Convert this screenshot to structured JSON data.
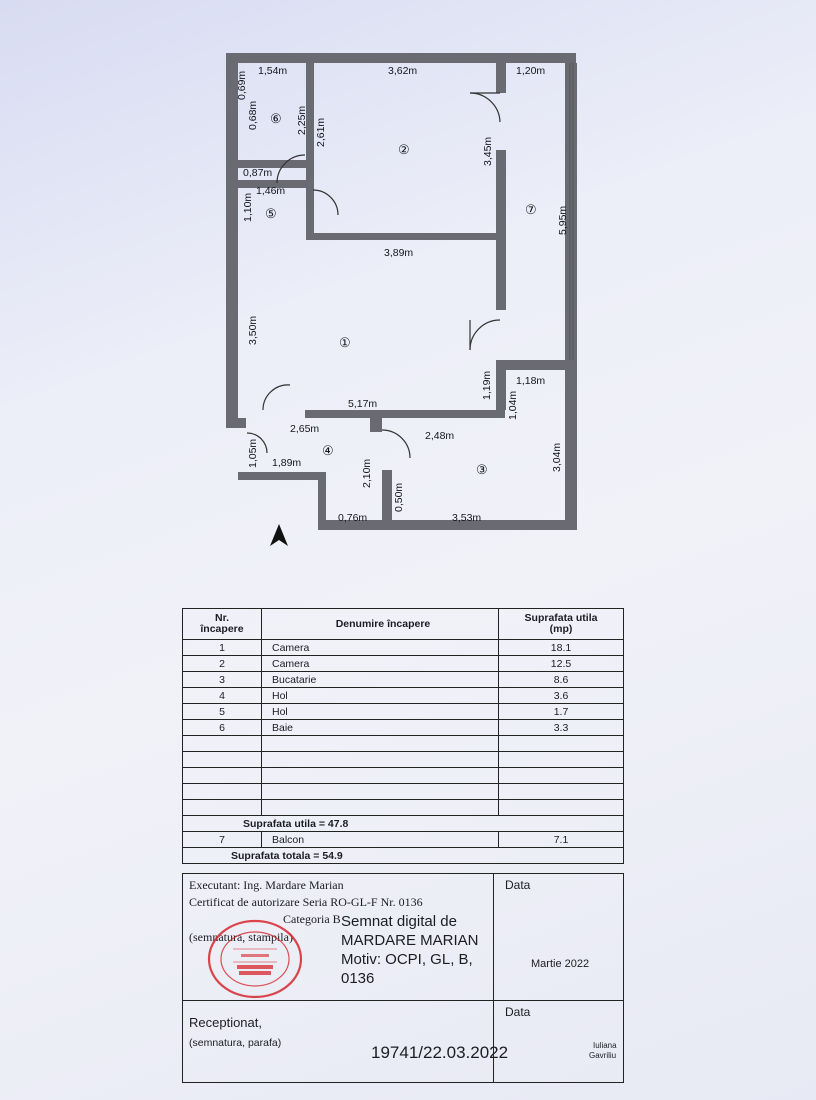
{
  "plan": {
    "dims": {
      "d1": "1,54m",
      "d2": "3,62m",
      "d3": "1,20m",
      "d4": "0,69m",
      "d5": "0,68m",
      "d6": "2,25m",
      "d7": "2,61m",
      "d8": "3,45m",
      "d9": "0,87m",
      "d10": "1,46m",
      "d11": "1,10m",
      "d12": "5,95m",
      "d13": "3,89m",
      "d14": "3,50m",
      "d15": "1,19m",
      "d16": "1,18m",
      "d17": "1,04m",
      "d18": "5,17m",
      "d19": "2,65m",
      "d20": "2,48m",
      "d21": "1,05m",
      "d22": "1,89m",
      "d23": "2,10m",
      "d24": "3,04m",
      "d25": "0,76m",
      "d26": "0,50m",
      "d27": "3,53m"
    },
    "room_numbers": {
      "r1": "①",
      "r2": "②",
      "r3": "③",
      "r4": "④",
      "r5": "⑤",
      "r6": "⑥",
      "r7": "⑦"
    }
  },
  "table": {
    "headers": {
      "nr": "Nr.\nîncapere",
      "name": "Denumire încapere",
      "area": "Suprafata utila\n(mp)"
    },
    "rows": [
      {
        "nr": "1",
        "name": "Camera",
        "area": "18.1"
      },
      {
        "nr": "2",
        "name": "Camera",
        "area": "12.5"
      },
      {
        "nr": "3",
        "name": "Bucatarie",
        "area": "8.6"
      },
      {
        "nr": "4",
        "name": "Hol",
        "area": "3.6"
      },
      {
        "nr": "5",
        "name": "Hol",
        "area": "1.7"
      },
      {
        "nr": "6",
        "name": "Baie",
        "area": "3.3"
      }
    ],
    "useful_total": "Suprafata utila = 47.8",
    "balcony": {
      "nr": "7",
      "name": "Balcon",
      "area": "7.1"
    },
    "grand_total": "Suprafata totala = 54.9"
  },
  "signature": {
    "executant": "Executant: Ing. Mardare Marian",
    "certificate": "Certificat de autorizare Seria RO-GL-F Nr. 0136",
    "category": "Categoria B",
    "sign_label": "(semnatura, stampila)",
    "digital": [
      "Semnat digital de",
      "MARDARE MARIAN",
      "Motiv: OCPI, GL, B,",
      "0136"
    ],
    "data_label": "Data",
    "date": "Martie 2022",
    "received": "Receptionat,",
    "received_sign": "(semnatura, parafa)",
    "data_label2": "Data",
    "stamp_number": "19741/22.03.2022",
    "receiver": [
      "Iuliana",
      "Gavriliu"
    ]
  },
  "colors": {
    "wall": "#6a6a72",
    "stamp": "#d6262c",
    "ink": "#15151d"
  }
}
